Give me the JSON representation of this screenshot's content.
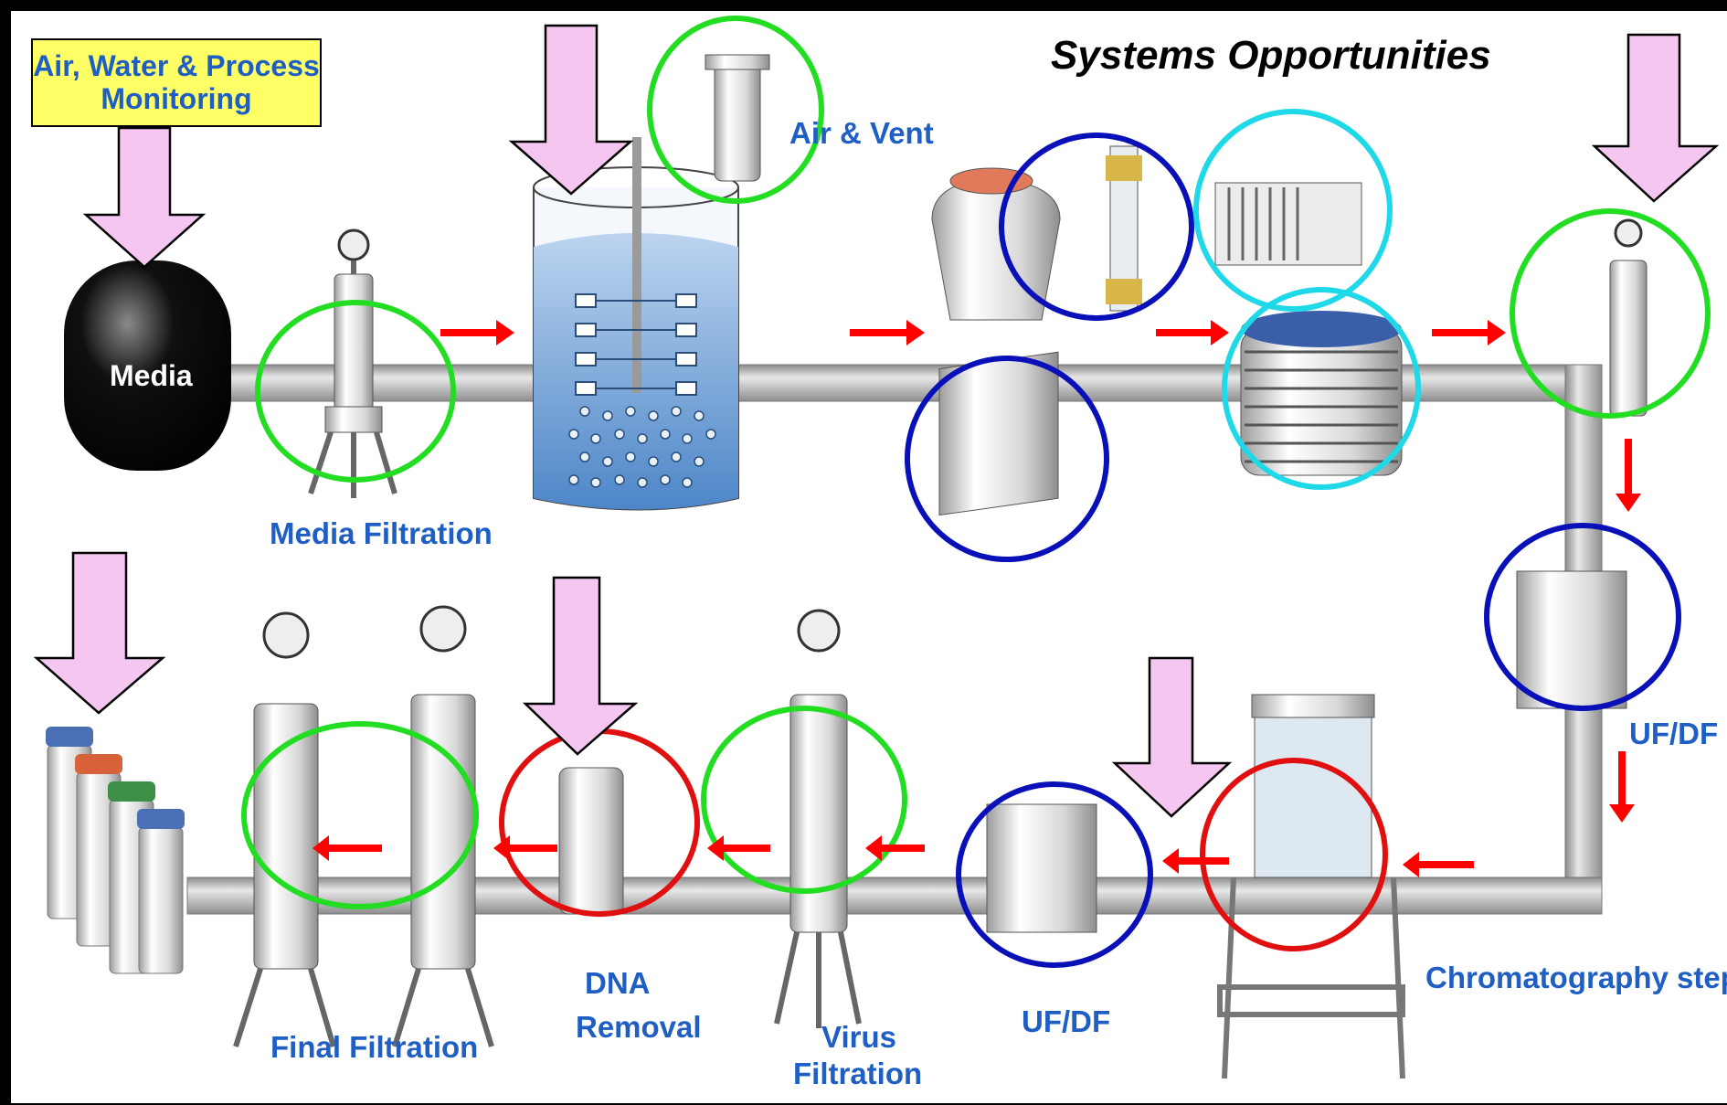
{
  "title": "Systems Opportunities",
  "monitoring_box": {
    "line1": "Air, Water & Process",
    "line2": "Monitoring"
  },
  "labels": {
    "media": "Media",
    "media_filtration": "Media Filtration",
    "air_vent": "Air & Vent",
    "uf_df_right": "UF/DF",
    "chromatography": "Chromatography steps",
    "uf_df_bottom": "UF/DF",
    "virus_filtration_1": "Virus",
    "virus_filtration_2": "Filtration",
    "dna_removal_1": "DNA",
    "dna_removal_2": "Removal",
    "final_filtration": "Final Filtration"
  },
  "colors": {
    "background": "#ffffff",
    "frame": "#000000",
    "pipe": "#b8b8b8",
    "process_arrow": "#ff0000",
    "input_arrow": "#f5c6f0",
    "label_text": "#1f5fc4",
    "ring_green": "#22dd22",
    "ring_blue": "#0a10b8",
    "ring_cyan": "#1fd8e8",
    "ring_red": "#e01010",
    "monitoring_box": "#ffff66"
  }
}
